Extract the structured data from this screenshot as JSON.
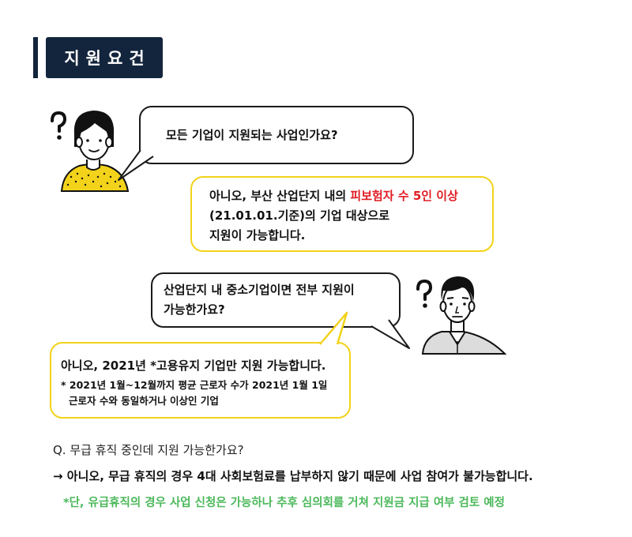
{
  "header": {
    "title": "지원요건"
  },
  "dialog": {
    "q1": "모든 기업이 지원되는 사업인가요?",
    "a1": {
      "line1_prefix": "아니오, 부산 산업단지 내의 ",
      "line1_highlight": "피보험자 수 5인 이상",
      "line2": "(21.01.01.기준)의 기업 대상으로",
      "line3": "지원이 가능합니다."
    },
    "q2": {
      "line1": "산업단지 내 중소기업이면 전부 지원이",
      "line2": "가능한가요?"
    },
    "a2": {
      "line1": "아니오, 2021년 *고용유지 기업만 지원 가능합니다.",
      "note_line1": "* 2021년 1월~12월까지 평균 근로자 수가 2021년 1월 1일",
      "note_line2": "근로자 수와 동일하거나 이상인 기업"
    }
  },
  "faq": {
    "question": "Q. 무급 휴직 중인데 지원 가능한가요?",
    "answer": "→ 아니오, 무급 휴직의 경우 4대 사회보험료를 납부하지 않기 때문에 사업 참여가 불가능합니다.",
    "note": "*단, 유급휴직의 경우 사업 신청은 가능하나 추후 심의회를 거쳐 지원금 지급 여부 검토 예정"
  },
  "colors": {
    "navy": "#13253d",
    "yellow": "#f2d21a",
    "red": "#e11b22",
    "green": "#4bb85a"
  },
  "icons": [
    "question-mark-icon",
    "woman-avatar",
    "man-avatar"
  ]
}
